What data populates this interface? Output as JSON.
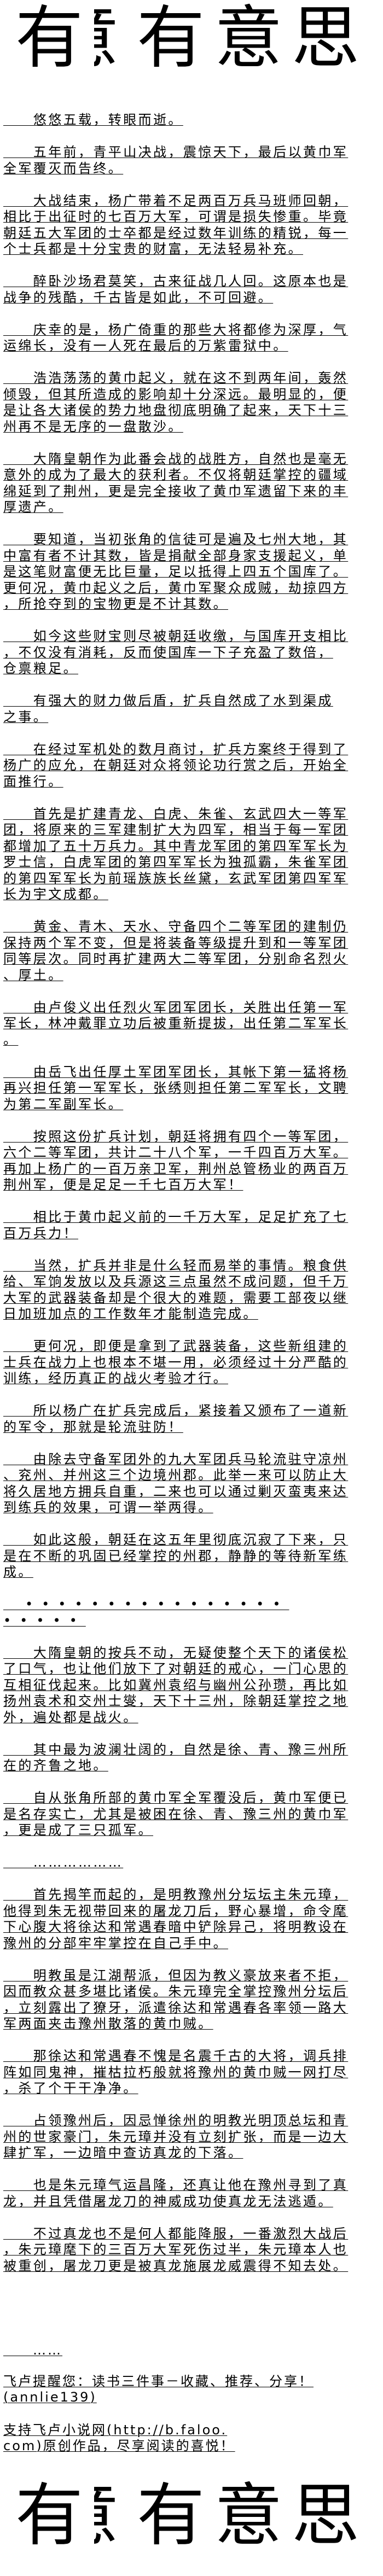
{
  "logo": {
    "chars": [
      "有",
      "意",
      "有",
      "意",
      "思"
    ]
  },
  "article": {
    "paragraphs": [
      {
        "lines": [
          "　　悠悠五载，转眼而逝。"
        ]
      },
      {
        "lines": [
          "　　五年前，青平山决战，震惊天下，最后以黄巾军",
          "全军覆灭而告终。"
        ]
      },
      {
        "lines": [
          "　　大战结束，杨广带着不足两百万兵马班师回朝，",
          "相比于出征时的七百万大军，可谓是损失惨重。毕竟",
          "朝廷五大军团的士卒都是经过数年训练的精锐，每一",
          "个士兵都是十分宝贵的财富，无法轻易补充。"
        ]
      },
      {
        "lines": [
          "　　醉卧沙场君莫笑，古来征战几人回。这原本也是",
          "战争的残酷，千古皆是如此，不可回避。"
        ]
      },
      {
        "lines": [
          "　　庆幸的是，杨广倚重的那些大将都修为深厚，气",
          "运绵长，没有一人死在最后的万紫雷狱中。"
        ]
      },
      {
        "lines": [
          "　　浩浩荡荡的黄巾起义，就在这不到两年间，轰然",
          "倾毁，但其所造成的影响却十分深远。最明显的，便",
          "是让各大诸侯的势力地盘彻底明确了起来，天下十三",
          "州再不是无序的一盘散沙。"
        ]
      },
      {
        "lines": [
          "　　大隋皇朝作为此番会战的战胜方，自然也是毫无",
          "意外的成为了最大的获利者。不仅将朝廷掌控的疆域",
          "绵延到了荆州，更是完全接收了黄巾军遗留下来的丰",
          "厚遗产。"
        ]
      },
      {
        "lines": [
          "　　要知道，当初张角的信徒可是遍及七州大地，其",
          "中富有者不计其数，皆是捐献全部身家支援起义，单",
          "是这笔财富便无比巨量，足以抵得上四五个国库了。",
          "更何况，黄巾起义之后，黄巾军聚众成贼，劫掠四方",
          "，所抢夺到的宝物更是不计其数。"
        ]
      },
      {
        "lines": [
          "　　如今这些财宝则尽被朝廷收缴，与国库开支相比",
          "，不仅没有消耗，反而使国库一下子充盈了数倍，",
          "仓禀粮足。"
        ]
      },
      {
        "lines": [
          "　　有强大的财力做后盾，扩兵自然成了水到渠成",
          "之事。"
        ]
      },
      {
        "lines": [
          "　　在经过军机处的数月商讨，扩兵方案终于得到了",
          "杨广的应允，在朝廷对众将领论功行赏之后，开始全",
          "面推行。"
        ]
      },
      {
        "lines": [
          "　　首先是扩建青龙、白虎、朱雀、玄武四大一等军",
          "团，将原来的三军建制扩大为四军，相当于每一军团",
          "都增加了五十万兵力。其中青龙军团的第四军军长为",
          "罗士信，白虎军团的第四军军长为独孤霸，朱雀军团",
          "的第四军军长为前瑶族族长丝黛，玄武军团第四军军",
          "长为宇文成都。"
        ]
      },
      {
        "lines": [
          "　　黄金、青木、天水、守备四个二等军团的建制仍",
          "保持两个军不变，但是将装备等级提升到和一等军团",
          "同等层次。同时再扩建两大二等军团，分别命名烈火",
          "、厚土。"
        ]
      },
      {
        "lines": [
          "　　由卢俊义出任烈火军团军团长，关胜出任第一军",
          "军长，林冲戴罪立功后被重新提拔，出任第二军军长",
          "。"
        ]
      },
      {
        "lines": [
          "　　由岳飞出任厚土军团军团长，其帐下第一猛将杨",
          "再兴担任第一军军长，张绣则担任第二军军长，文聘",
          "为第二军副军长。"
        ]
      },
      {
        "lines": [
          "　　按照这份扩兵计划，朝廷将拥有四个一等军团，",
          "六个二等军团，共计二十八个军，一千四百万大军。",
          "再加上杨广的一百万亲卫军，荆州总管杨业的两百万",
          "荆州军，便是足足一千七百万大军！"
        ]
      },
      {
        "lines": [
          "　　相比于黄巾起义前的一千万大军，足足扩充了七",
          "百万兵力！"
        ]
      },
      {
        "lines": [
          "　　当然，扩兵并非是什么轻而易举的事情。粮食供",
          "给、军饷发放以及兵源这三点虽然不成问题，但千万",
          "大军的武器装备却是个很大的难题，需要工部夜以继",
          "日加班加点的工作数年才能制造完成。"
        ]
      },
      {
        "lines": [
          "　　更何况，即便是拿到了武器装备，这些新组建的",
          "士兵在战力上也根本不堪一用，必须经过十分严酷的",
          "训练，经历真正的战火考验才行。"
        ]
      },
      {
        "lines": [
          "　　所以杨广在扩兵完成后，紧接着又颁布了一道新",
          "的军令，那就是轮流驻防！"
        ]
      },
      {
        "lines": [
          "　　由除去守备军团外的九大军团兵马轮流驻守凉州",
          "、兖州、并州这三个边境州郡。此举一来可以防止大",
          "将久居地方拥兵自重，二来也可以通过剿灭蛮夷来达",
          "到练兵的效果，可谓一举两得。"
        ]
      },
      {
        "lines": [
          "　　如此这般，朝廷在这五年里彻底沉寂了下来，只",
          "是在不断的巩固已经掌控的州郡，静静的等待新军练",
          "成。"
        ]
      },
      {
        "lines": [
          "　••••••••••••••••",
          "•••••"
        ],
        "dots": true
      },
      {
        "lines": [
          "　　大隋皇朝的按兵不动，无疑使整个天下的诸侯松",
          "了口气，也让他们放下了对朝廷的戒心，一门心思的",
          "互相征伐起来。比如冀州袁绍与幽州公孙瓒，再比如",
          "扬州袁术和交州士燮，天下十三州，除朝廷掌控之地",
          "外，遍处都是战火。"
        ]
      },
      {
        "lines": [
          "　　其中最为波澜壮阔的，自然是徐、青、豫三州所",
          "在的齐鲁之地。"
        ]
      },
      {
        "lines": [
          "　　自从张角所部的黄巾军全军覆没后，黄巾军便已",
          "是名存实亡，尤其是被困在徐、青、豫三州的黄巾军",
          "，更是成了三只孤军。"
        ]
      },
      {
        "lines": [
          "　　………………"
        ]
      },
      {
        "lines": [
          "　　首先揭竿而起的，是明教豫州分坛坛主朱元璋，",
          "他得到朱无视带回来的屠龙刀后，野心暴增，命令麾",
          "下心腹大将徐达和常遇春暗中铲除异己，将明教设在",
          "豫州的分部牢牢掌控在自己手中。"
        ]
      },
      {
        "lines": [
          "　　明教虽是江湖帮派，但因为教义豪放来者不拒，",
          "因而教众甚多堪比诸侯。朱元璋完全掌控豫州分坛后",
          "，立刻露出了獠牙，派遣徐达和常遇春各率领一路大",
          "军两面夹击豫州散落的黄巾贼。"
        ]
      },
      {
        "lines": [
          "　　那徐达和常遇春不愧是名震千古的大将，调兵排",
          "阵如同鬼神，摧枯拉朽般就将豫州的黄巾贼一网打尽",
          "，杀了个干干净净。"
        ]
      },
      {
        "lines": [
          "　　占领豫州后，因忌惮徐州的明教光明顶总坛和青",
          "州的世家豪门，朱元璋并没有立刻扩张，而是一边大",
          "肆扩军，一边暗中查访真龙的下落。"
        ]
      },
      {
        "lines": [
          "　　也是朱元璋气运昌隆，还真让他在豫州寻到了真",
          "龙，并且凭借屠龙刀的神威成功使真龙无法逃遁。"
        ]
      },
      {
        "lines": [
          "　　不过真龙也不是何人都能降服，一番激烈大战后",
          "，朱元璋麾下的三百万大军死伤过半，朱元璋本人也",
          "被重创，屠龙刀更是被真龙施展龙威震得不知去处。"
        ]
      }
    ]
  },
  "footer": {
    "ellipsis": "　　……",
    "reminder": [
      "飞卢提醒您：读书三件事－收藏、推荐、分享！",
      "(annlie139)"
    ],
    "support": [
      "支持飞卢小说网(http://b.faloo.",
      "com)原创作品，尽享阅读的喜悦！"
    ]
  }
}
